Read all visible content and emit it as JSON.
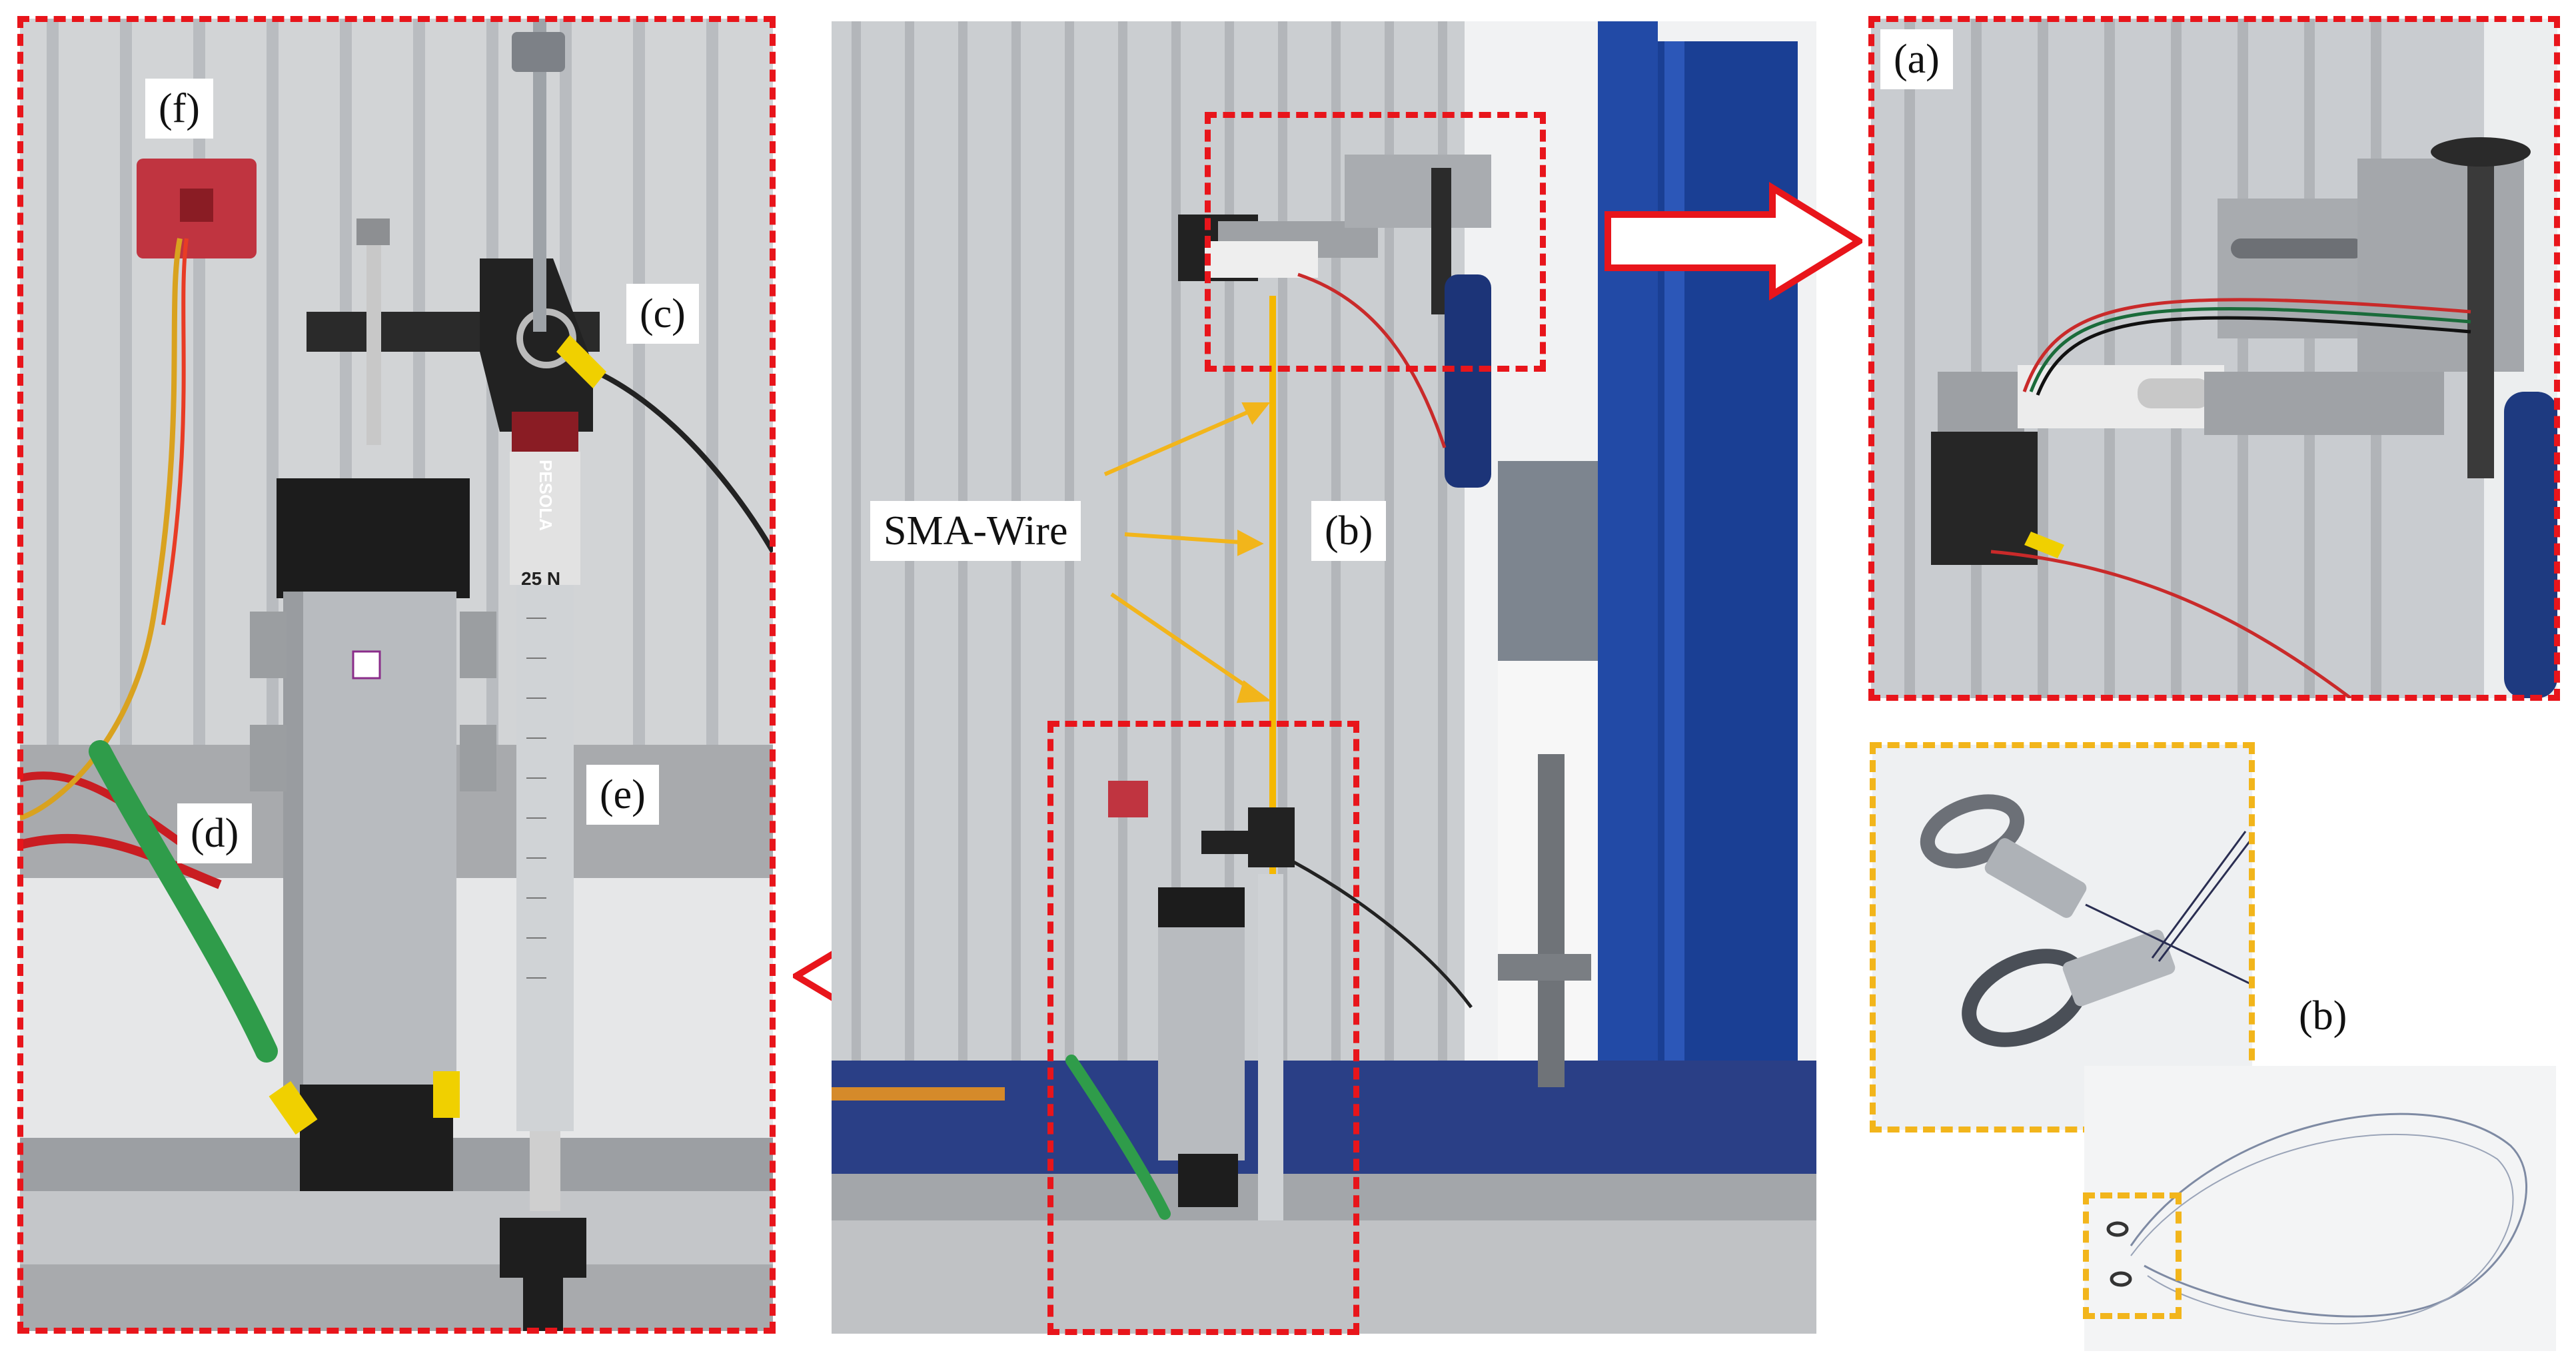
{
  "figure": {
    "labels": {
      "f": "(f)",
      "c": "(c)",
      "d": "(d)",
      "e": "(e)",
      "sma_wire": "SMA-Wire",
      "b_center": "(b)",
      "a": "(a)",
      "b_right": "(b)"
    },
    "device_text": {
      "scale_brand": "PESOLA",
      "scale_range": "25 N"
    },
    "colors": {
      "highlight_red": "#e8151b",
      "highlight_yellow": "#f2b51b",
      "sma_wire": "#f5b800",
      "profile_silver": "#c9ccd0",
      "blue_frame": "#1a3f94"
    }
  }
}
